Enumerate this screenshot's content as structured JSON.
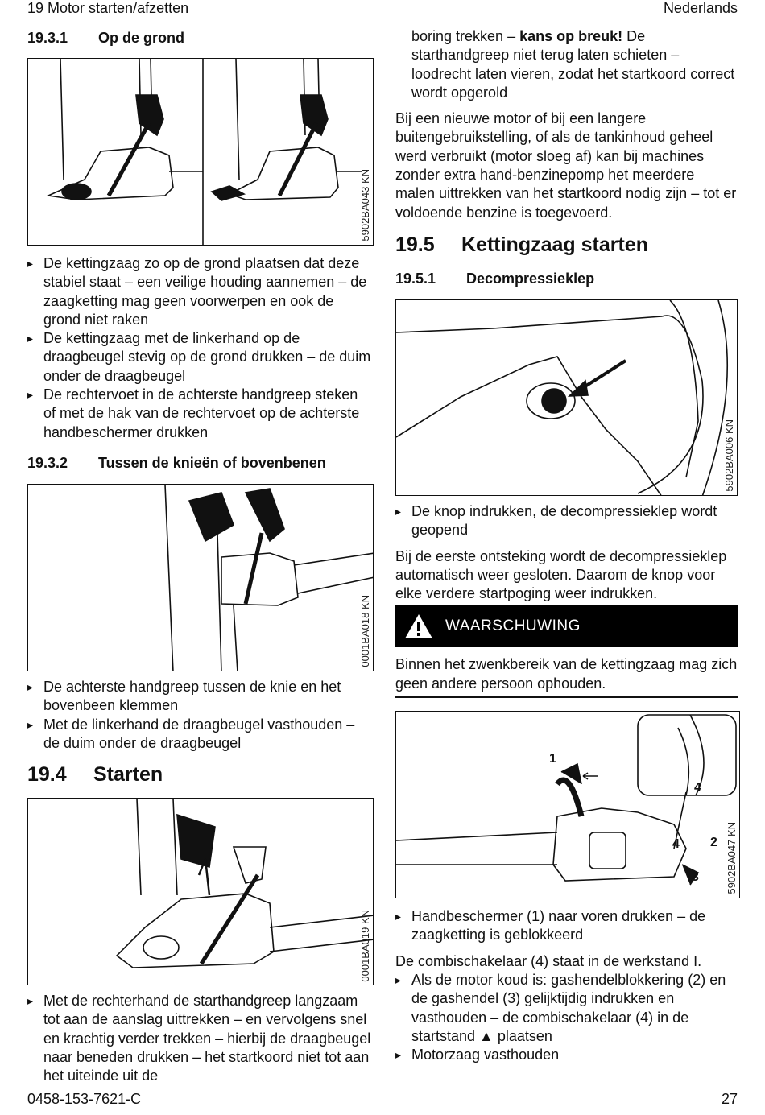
{
  "header": {
    "left": "19 Motor starten/afzetten",
    "right": "Nederlands"
  },
  "footer": {
    "left": "0458-153-7621-C",
    "right": "27"
  },
  "left": {
    "s1931": {
      "num": "19.3.1",
      "title": "Op de grond"
    },
    "fig1_code": "5902BA043 KN",
    "bullets1": [
      "De kettingzaag zo op de grond plaatsen dat deze stabiel staat – een veilige houding aannemen – de zaagketting mag geen voorwerpen en ook de grond niet raken",
      "De kettingzaag met de linkerhand op de draagbeugel stevig op de grond drukken – de duim onder de draagbeugel",
      "De rechtervoet in de achterste handgreep steken of met de hak van de rechtervoet op de achterste handbeschermer drukken"
    ],
    "s1932": {
      "num": "19.3.2",
      "title": "Tussen de knieën of bovenbenen"
    },
    "fig2_code": "0001BA018 KN",
    "bullets2": [
      "De achterste handgreep tussen de knie en het bovenbeen klemmen",
      "Met de linkerhand de draagbeugel vasthouden – de duim onder de draagbeugel"
    ],
    "s194": {
      "num": "19.4",
      "title": "Starten"
    },
    "fig3_code": "0001BA019 KN",
    "bullets3": [
      "Met de rechterhand de starthandgreep langzaam tot aan de aanslag uittrekken – en vervolgens snel en krachtig verder trekken – hierbij de draagbeugel naar beneden drukken – het startkoord niet tot aan het uiteinde uit de"
    ]
  },
  "right": {
    "cont_a": "boring trekken – ",
    "cont_bold": "kans op breuk!",
    "cont_b": " De starthandgreep niet terug laten schieten – loodrecht laten vieren, zodat het startkoord correct wordt opgerold",
    "para1": "Bij een nieuwe motor of bij een langere buitengebruikstelling, of als de tankinhoud geheel werd verbruikt (motor sloeg af) kan bij machines zonder extra hand-benzinepomp het meerdere malen uittrekken van het startkoord nodig zijn – tot er voldoende benzine is toegevoerd.",
    "s195": {
      "num": "19.5",
      "title": "Kettingzaag starten"
    },
    "s1951": {
      "num": "19.5.1",
      "title": "Decompressieklep"
    },
    "fig4_code": "5902BA006 KN",
    "bullets4": [
      "De knop indrukken, de decompressieklep wordt geopend"
    ],
    "para2": "Bij de eerste ontsteking wordt de decompressieklep automatisch weer gesloten. Daarom de knop voor elke verdere startpoging weer indrukken.",
    "warning_label": "WAARSCHUWING",
    "warning_text": "Binnen het zwenkbereik van de kettingzaag mag zich geen andere persoon ophouden.",
    "fig5_code": "5902BA047 KN",
    "fig5_labels": {
      "l1": "1",
      "l2": "2",
      "l3": "3",
      "l4a": "4",
      "l4b": "4"
    },
    "bullets5": [
      "Handbeschermer (1) naar voren drukken – de zaagketting is geblokkeerd"
    ],
    "para3": "De combischakelaar (4) staat in de werkstand I.",
    "bullets6": [
      "Als de motor koud is: gashendelblokkering (2) en de gashendel (3) gelijktijdig indrukken en vasthouden – de combischakelaar (4) in de startstand ▲ plaatsen",
      "Motorzaag vasthouden"
    ]
  }
}
